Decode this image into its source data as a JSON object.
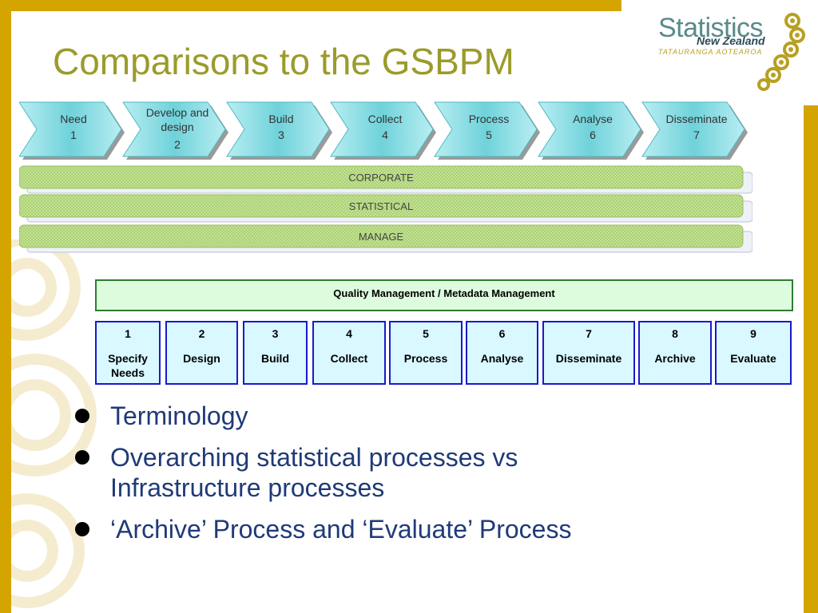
{
  "slide": {
    "title": "Comparisons to the GSBPM"
  },
  "logo": {
    "wordmark": "Statistics",
    "country": "New Zealand",
    "maori": "TATAURANGA AOTEAROA"
  },
  "old_model": {
    "phases": [
      {
        "label": "Need",
        "num": "1"
      },
      {
        "label": "Develop and design",
        "num": "2"
      },
      {
        "label": "Build",
        "num": "3"
      },
      {
        "label": "Collect",
        "num": "4"
      },
      {
        "label": "Process",
        "num": "5"
      },
      {
        "label": "Analyse",
        "num": "6"
      },
      {
        "label": "Disseminate",
        "num": "7"
      }
    ],
    "bands": [
      "CORPORATE",
      "STATISTICAL",
      "MANAGE"
    ]
  },
  "gsbpm": {
    "overarching": "Quality Management / Metadata Management",
    "phases": [
      {
        "num": "1",
        "name": "Specify Needs"
      },
      {
        "num": "2",
        "name": "Design"
      },
      {
        "num": "3",
        "name": "Build"
      },
      {
        "num": "4",
        "name": "Collect"
      },
      {
        "num": "5",
        "name": "Process"
      },
      {
        "num": "6",
        "name": "Analyse"
      },
      {
        "num": "7",
        "name": "Disseminate"
      },
      {
        "num": "8",
        "name": "Archive"
      },
      {
        "num": "9",
        "name": "Evaluate"
      }
    ]
  },
  "bullets": [
    "Terminology",
    "Overarching statistical processes vs Infrastructure processes",
    "‘Archive’ Process and ‘Evaluate’ Process"
  ],
  "colors": {
    "frame": "#d4a400",
    "title": "#9b9b2b",
    "bullet_text": "#1f3a78",
    "arrow_fill": "#8fe0e6",
    "band_fill": "#c9e79a",
    "phase_border": "#1a1acc",
    "qm_border": "#2e7d32"
  }
}
